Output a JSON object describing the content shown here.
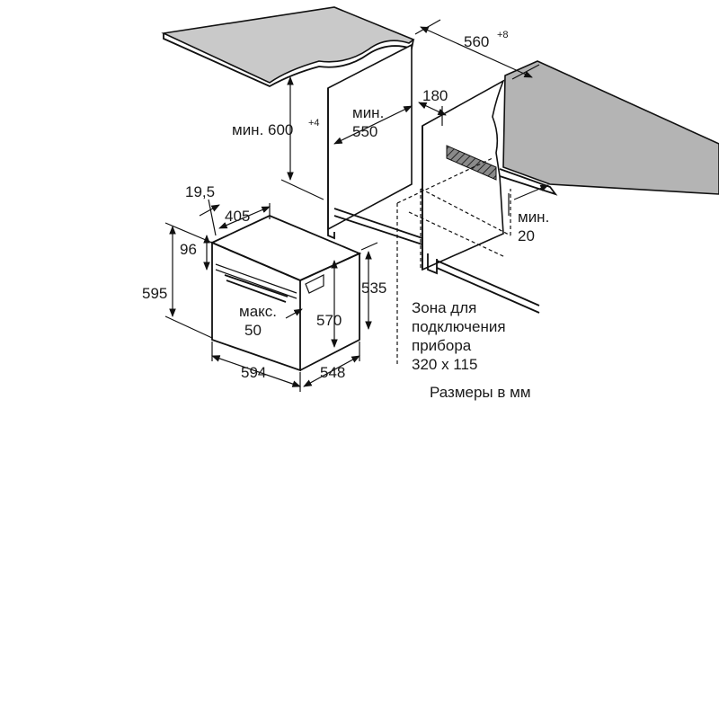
{
  "dimensions": {
    "depth_niche": "560",
    "depth_niche_tolerance": "+8",
    "height_niche": "мин. 600",
    "height_niche_tolerance": "+4",
    "inner_depth_line1": "мин.",
    "inner_depth_line2": "550",
    "top_gap": "180",
    "side_gap_line1": "мин.",
    "side_gap_line2": "20",
    "front_frame": "19,5",
    "front_depth": "405",
    "control_panel": "96",
    "oven_height": "595",
    "oven_body_height": "535",
    "door_gap_line1": "макс.",
    "door_gap_line2": "50",
    "inner_height": "570",
    "oven_width": "594",
    "oven_depth": "548"
  },
  "connection_zone": {
    "line1": "Зона для",
    "line2": "подключения",
    "line3": "прибора",
    "line4": "320 x 115"
  },
  "units_note": "Размеры в мм",
  "colors": {
    "countertop": "#c9c9c9",
    "countertop_right": "#b4b4b4",
    "line": "#111111",
    "background": "#ffffff"
  }
}
